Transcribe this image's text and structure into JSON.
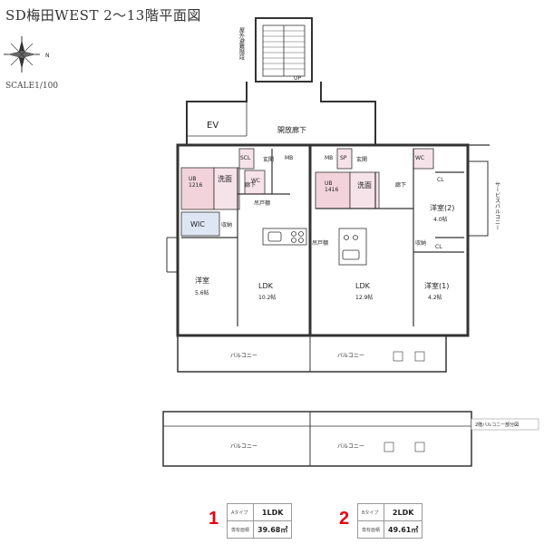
{
  "title": "SD梅田WEST 2～13階平面図",
  "scale": "SCALE1/100",
  "compass_n": "N",
  "labels": {
    "ev": "EV",
    "corridor": "開放廊下",
    "stair": "屋外避難階段",
    "up": "UP",
    "scl": "SCL",
    "ub_a": "UB\n1216",
    "ub_b": "UB\n1416",
    "senmen": "洗面",
    "wc": "WC",
    "genkan": "玄関",
    "mb": "MB",
    "sp": "SP",
    "rouka": "廊下",
    "wic": "WIC",
    "shuno": "収納",
    "tsuri": "吊戸棚",
    "cl": "CL",
    "service_balcony": "サービスバルコニー",
    "youshitsu_a": "洋室",
    "youshitsu_a_size": "5.6帖",
    "ldk_a": "LDK",
    "ldk_a_size": "10.2帖",
    "ldk_b": "LDK",
    "ldk_b_size": "12.9帖",
    "youshitsu1": "洋室(1)",
    "youshitsu1_size": "4.2帖",
    "youshitsu2": "洋室(2)",
    "youshitsu2_size": "4.0帖",
    "balcony": "バルコニー",
    "balcony_note": "2階バルコニー部分図"
  },
  "types": [
    {
      "num": "1",
      "type_label": "Aタイプ",
      "layout": "1LDK",
      "area_label": "専有面積",
      "area": "39.68㎡"
    },
    {
      "num": "2",
      "type_label": "Bタイプ",
      "layout": "2LDK",
      "area_label": "専有面積",
      "area": "49.61㎡"
    }
  ]
}
